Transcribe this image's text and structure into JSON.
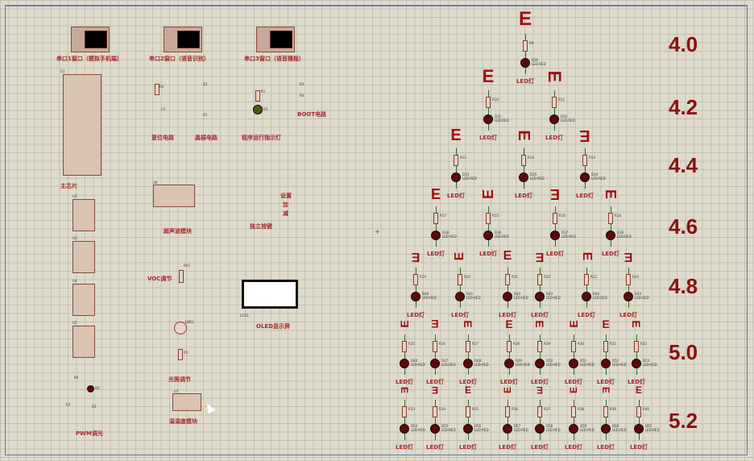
{
  "schematic": {
    "terminals": [
      {
        "label": "串口1窗口（模拟手机端）"
      },
      {
        "label": "串口2窗口（语音识别）"
      },
      {
        "label": "串口3窗口（语音播报）"
      }
    ],
    "blocks": {
      "main_chip": "主芯片",
      "reset": "复位电路",
      "crystal": "晶振电路",
      "run_led": "程序运行指示灯",
      "boot": "BOOT电路",
      "ultrasonic": "超声波模块",
      "keys": "独立按键",
      "key_set": "设置",
      "key_add": "加",
      "key_sub": "减",
      "voc": "VOC调节",
      "oled": "OLED显示屏",
      "light": "光照调节",
      "temp_hum": "温湿度模块",
      "pwm": "PWM调光"
    },
    "refs": {
      "u1": "U1",
      "u6": "U6",
      "u7": "U7",
      "rv1": "RV1",
      "lcd1": "LCD1",
      "ldr1": "LDR1",
      "r1": "R1",
      "d1": "D1",
      "r2": "R2",
      "c1": "C1",
      "x1": "X1",
      "x2": "X2",
      "r3": "R3",
      "r4": "R4",
      "r5": "R5",
      "r6": "R6",
      "r7": "R7",
      "q1": "Q1",
      "d2": "D2",
      "u2": "U2",
      "u3": "U3",
      "u4": "U4",
      "u5": "U5"
    }
  },
  "eye_chart": {
    "led_label": "LED灯",
    "diode_type": "LED-RED",
    "rows": [
      {
        "acuity": "4.0",
        "leds": [
          {
            "dir": "right",
            "r": "R9",
            "d": "D30"
          }
        ]
      },
      {
        "acuity": "4.2",
        "leds": [
          {
            "dir": "right",
            "r": "R10",
            "d": "D31"
          },
          {
            "dir": "down",
            "r": "R11",
            "d": "D32"
          }
        ]
      },
      {
        "acuity": "4.4",
        "leds": [
          {
            "dir": "right",
            "r": "R12",
            "d": "D33"
          },
          {
            "dir": "down",
            "r": "R14",
            "d": "D35"
          },
          {
            "dir": "left",
            "r": "R13",
            "d": "D34"
          }
        ]
      },
      {
        "acuity": "4.6",
        "leds": [
          {
            "dir": "right",
            "r": "R17",
            "d": "D38"
          },
          {
            "dir": "up",
            "r": "R15",
            "d": "D36"
          },
          {
            "dir": "left",
            "r": "R16",
            "d": "D37"
          },
          {
            "dir": "down",
            "r": "R18",
            "d": "D39"
          }
        ]
      },
      {
        "acuity": "4.8",
        "leds": [
          {
            "dir": "left",
            "r": "R19",
            "d": "D40"
          },
          {
            "dir": "up",
            "r": "R20",
            "d": "D41"
          },
          {
            "dir": "right",
            "r": "R21",
            "d": "D42"
          },
          {
            "dir": "left",
            "r": "R22",
            "d": "D43"
          },
          {
            "dir": "down",
            "r": "R23",
            "d": "D44"
          },
          {
            "dir": "left",
            "r": "R24",
            "d": "D45"
          }
        ]
      },
      {
        "acuity": "5.0",
        "leds": [
          {
            "dir": "up",
            "r": "R25",
            "d": "D46"
          },
          {
            "dir": "left",
            "r": "R26",
            "d": "D47"
          },
          {
            "dir": "down",
            "r": "R27",
            "d": "D48"
          },
          {
            "dir": "right",
            "r": "R28",
            "d": "D49"
          },
          {
            "dir": "down",
            "r": "R29",
            "d": "D50"
          },
          {
            "dir": "up",
            "r": "R30",
            "d": "D51"
          },
          {
            "dir": "right",
            "r": "R31",
            "d": "D52"
          },
          {
            "dir": "down",
            "r": "R32",
            "d": "D53"
          }
        ]
      },
      {
        "acuity": "5.2",
        "leds": [
          {
            "dir": "down",
            "r": "R33",
            "d": "D54"
          },
          {
            "dir": "left",
            "r": "R34",
            "d": "D55"
          },
          {
            "dir": "right",
            "r": "R35",
            "d": "D56"
          },
          {
            "dir": "up",
            "r": "R36",
            "d": "D57"
          },
          {
            "dir": "left",
            "r": "R37",
            "d": "D58"
          },
          {
            "dir": "up",
            "r": "R38",
            "d": "D59"
          },
          {
            "dir": "down",
            "r": "R39",
            "d": "D60"
          },
          {
            "dir": "right",
            "r": "R40",
            "d": "D61"
          }
        ]
      }
    ]
  },
  "colors": {
    "label": "#a52a2a",
    "acuity": "#8b1010",
    "grid_bg": "#dedbcb",
    "wire": "#2a6a2a"
  }
}
